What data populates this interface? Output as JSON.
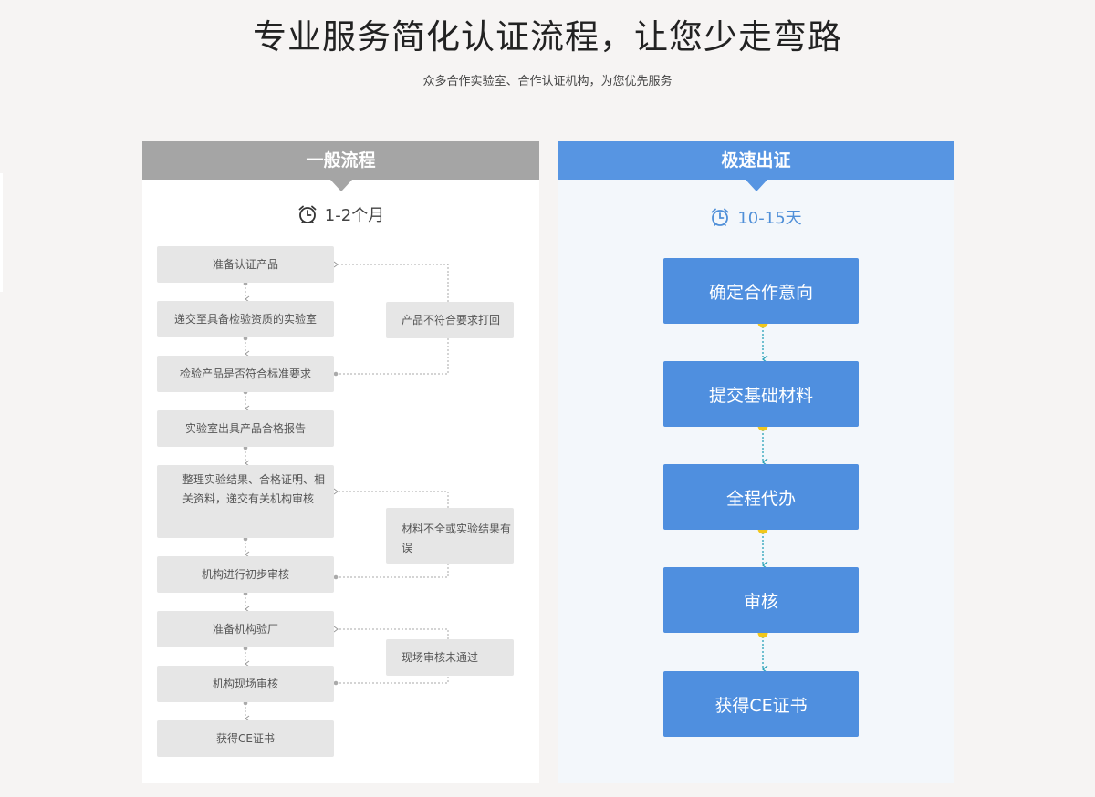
{
  "header": {
    "title": "专业服务简化认证流程，让您少走弯路",
    "subtitle": "众多合作实验室、合作认证机构，为您优先服务"
  },
  "general": {
    "title": "一般流程",
    "duration": "1-2个月",
    "steps": [
      "准备认证产品",
      "递交至具备检验资质的实验室",
      "检验产品是否符合标准要求",
      "实验室出具产品合格报告",
      "整理实验结果、合格证明、相关资料，递交有关机构审核",
      "机构进行初步审核",
      "准备机构验厂",
      "机构现场审核",
      "获得CE证书"
    ],
    "side_notes": [
      "产品不符合要求打回",
      "材料不全或实验结果有误",
      "现场审核未通过"
    ]
  },
  "express": {
    "title": "极速出证",
    "duration": "10-15天",
    "steps": [
      "确定合作意向",
      "提交基础材料",
      "全程代办",
      "审核",
      "获得CE证书"
    ]
  },
  "colors": {
    "background": "#f6f4f3",
    "general_header": "#a5a5a5",
    "express_header": "#5795e2",
    "express_box": "#4f8fdf",
    "step_box": "#e6e6e6",
    "connector_dot": "#f2c71b",
    "connector_line": "#2aa3b8"
  },
  "icons": {
    "duration": "alarm-clock-icon"
  }
}
